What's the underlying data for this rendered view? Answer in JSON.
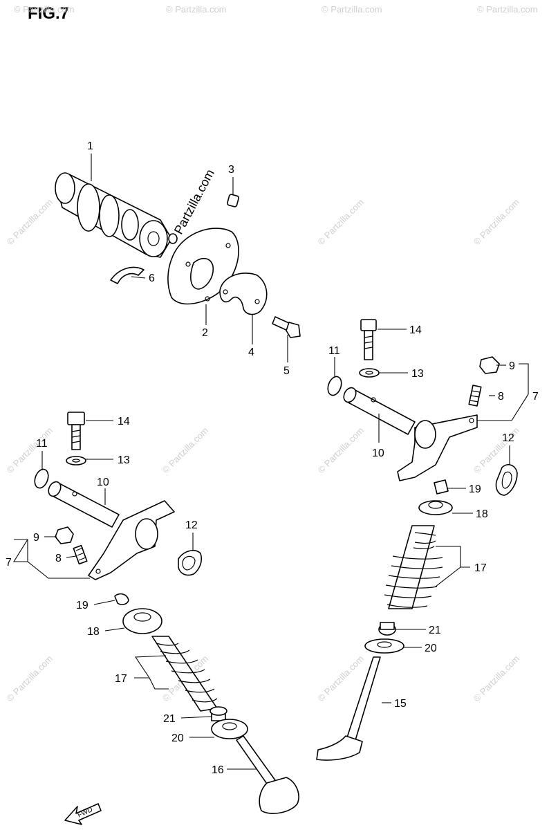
{
  "figure": {
    "title": "FIG.7"
  },
  "watermark": {
    "brand": "© Partzilla.com",
    "diagonal_text": "Partzilla.com"
  },
  "forward_arrow": {
    "label": "FWD",
    "icon": "forward-arrow-icon"
  },
  "callouts": {
    "c1": "1",
    "c2": "2",
    "c3": "3",
    "c4": "4",
    "c5": "5",
    "c6": "6",
    "c7_left": "7",
    "c7_right": "7",
    "c8_left": "8",
    "c8_right": "8",
    "c9_left": "9",
    "c9_right": "9",
    "c10_left": "10",
    "c10_right": "10",
    "c11_left": "11",
    "c11_right": "11",
    "c12_left": "12",
    "c12_right": "12",
    "c13_left": "13",
    "c13_right": "13",
    "c14_left": "14",
    "c14_right": "14",
    "c15": "15",
    "c16": "16",
    "c17_left": "17",
    "c17_right": "17",
    "c18_left": "18",
    "c18_right": "18",
    "c19_left": "19",
    "c19_right": "19",
    "c20_left": "20",
    "c20_right": "20",
    "c21_left": "21",
    "c21_right": "21"
  },
  "colors": {
    "line": "#000000",
    "background": "#ffffff",
    "watermark": "#cfcfcf"
  }
}
